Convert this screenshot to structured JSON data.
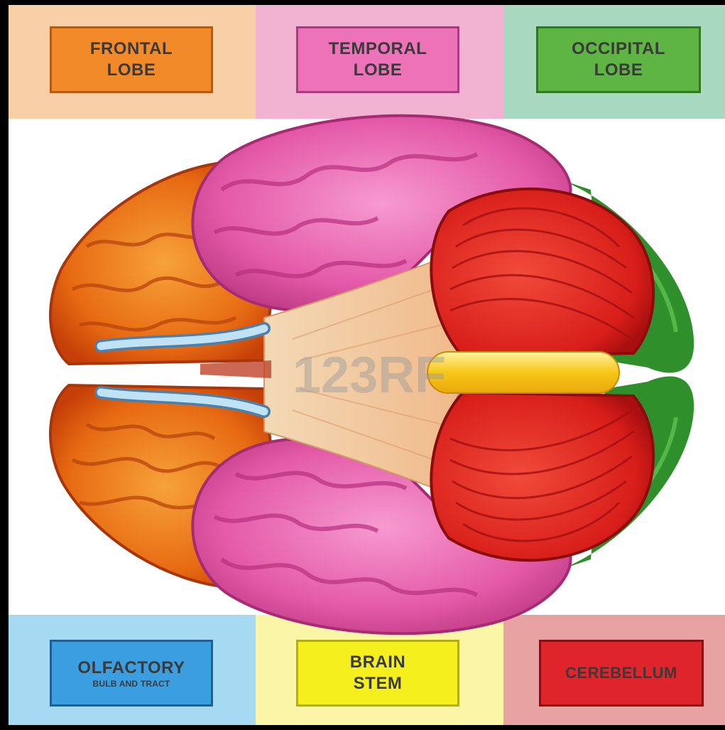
{
  "colors": {
    "frontal_band": "#f9cfa8",
    "frontal_box": "#f28a2a",
    "temporal_band": "#f2b3d3",
    "temporal_box": "#ee72b8",
    "occipital_band": "#a8d8c0",
    "occipital_box": "#5fb543",
    "olfactory_band": "#a6d9f2",
    "olfactory_box": "#3a9ee0",
    "brainstem_band": "#fbf5a8",
    "brainstem_box": "#f6ef1e",
    "cerebellum_band": "#e8a2a2",
    "cerebellum_box": "#e0242b"
  },
  "labels": {
    "frontal": {
      "line1": "FRONTAL",
      "line2": "LOBE"
    },
    "temporal": {
      "line1": "TEMPORAL",
      "line2": "LOBE"
    },
    "occipital": {
      "line1": "OCCIPITAL",
      "line2": "LOBE"
    },
    "olfactory": {
      "line1": "OLFACTORY",
      "line2": "BULB AND TRACT"
    },
    "brainstem": {
      "line1": "BRAIN",
      "line2": "STEM"
    },
    "cerebellum": {
      "line1": "CEREBELLUM"
    }
  },
  "watermark": "123RF"
}
